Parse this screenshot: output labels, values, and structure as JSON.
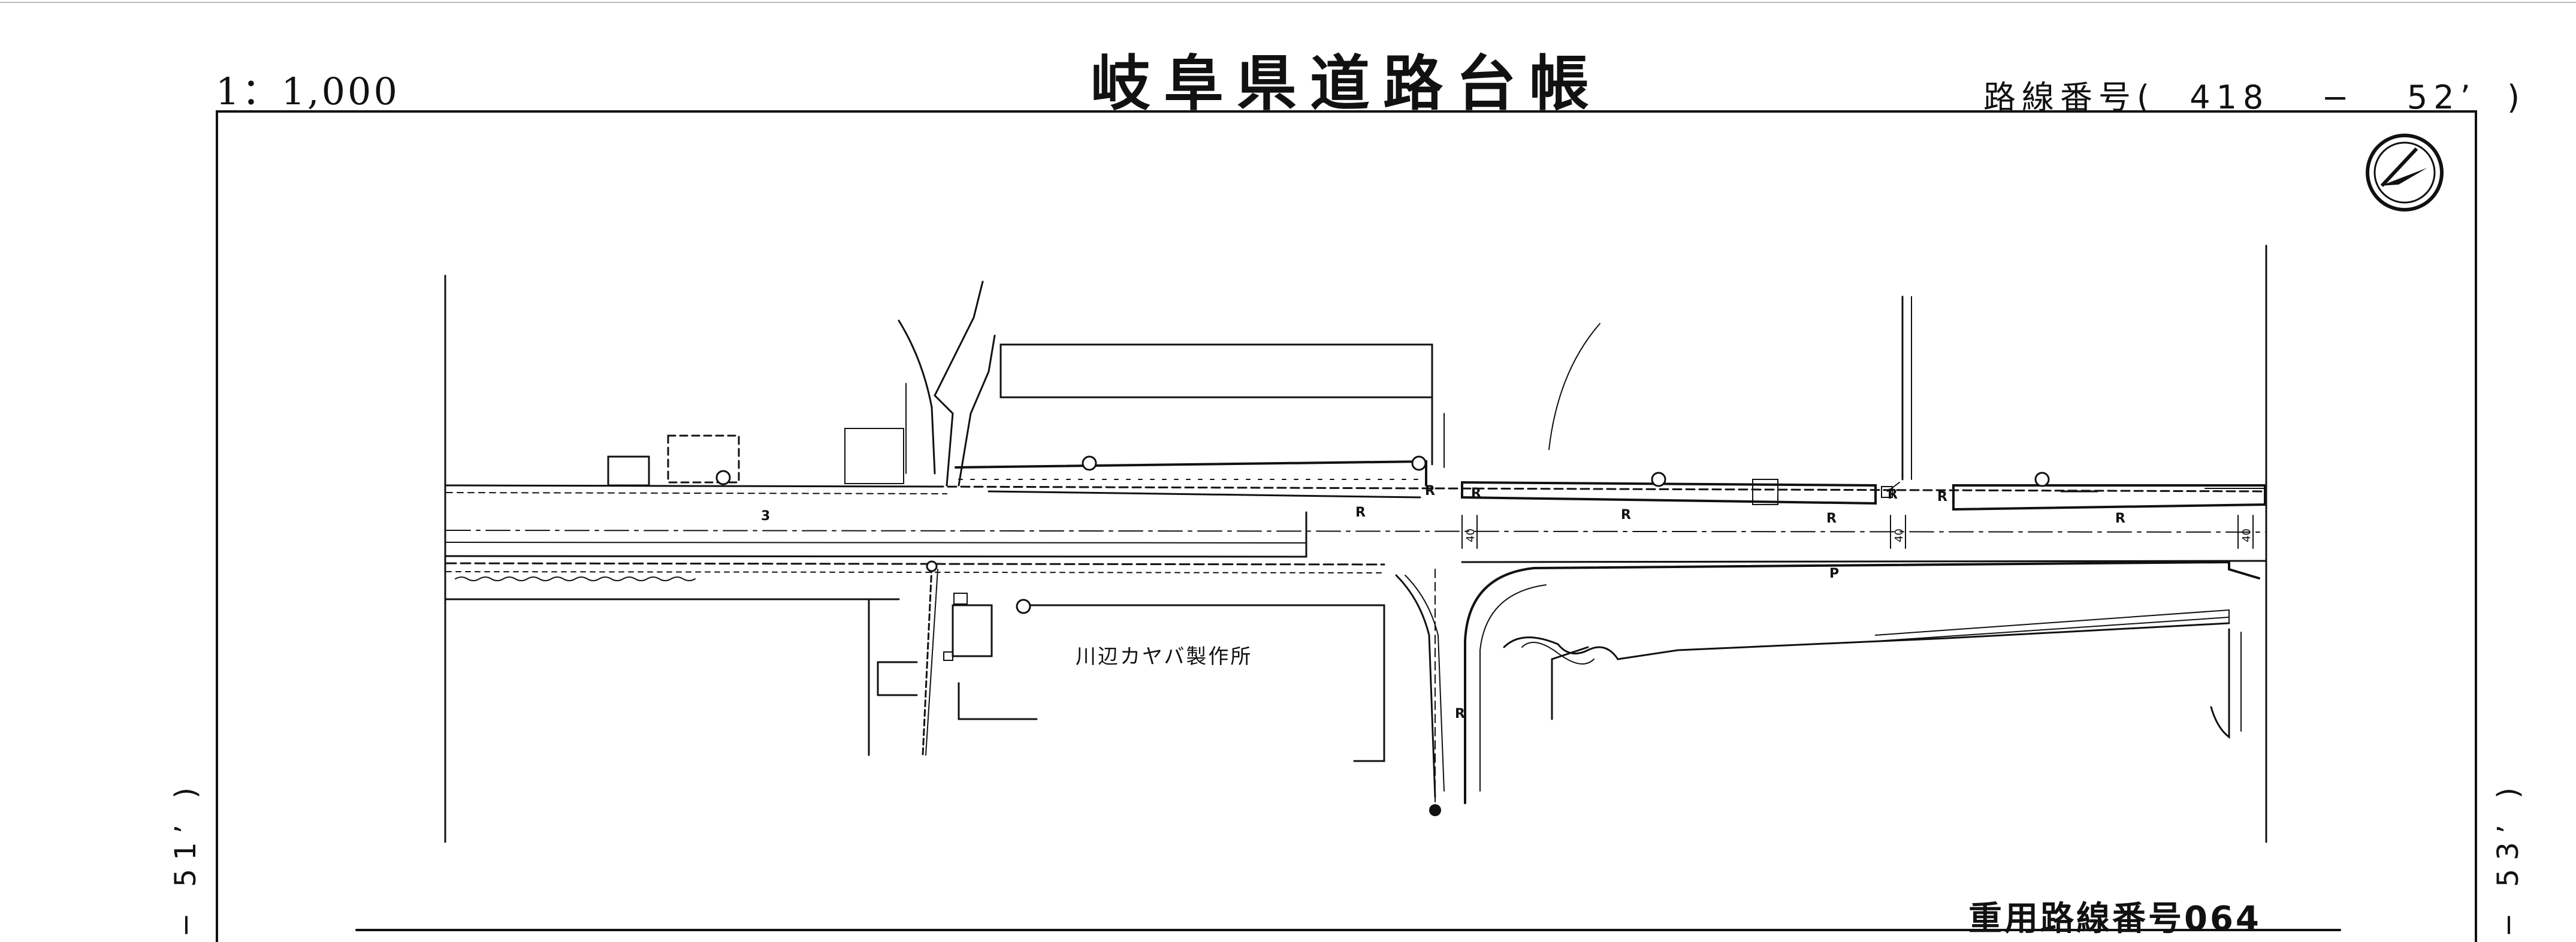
{
  "header": {
    "scale": "1：1,000",
    "title": "岐阜県道路台帳",
    "route_label_prefix": "路線番号(",
    "route_start": "418",
    "route_dash": "−",
    "route_end": "52’",
    "route_label_suffix": ")"
  },
  "side_labels": {
    "left": "− 51’ )",
    "right": "− 53’ )"
  },
  "map": {
    "company_label": "川辺カヤバ製作所",
    "heavy_route": "重用路線番号064",
    "road_marks": {
      "r": "R",
      "p": "P",
      "lane_3": "3",
      "elev": "40"
    },
    "north_arrow": "north-arrow-icon"
  },
  "colors": {
    "ink": "#111111",
    "paper": "#ffffff"
  }
}
